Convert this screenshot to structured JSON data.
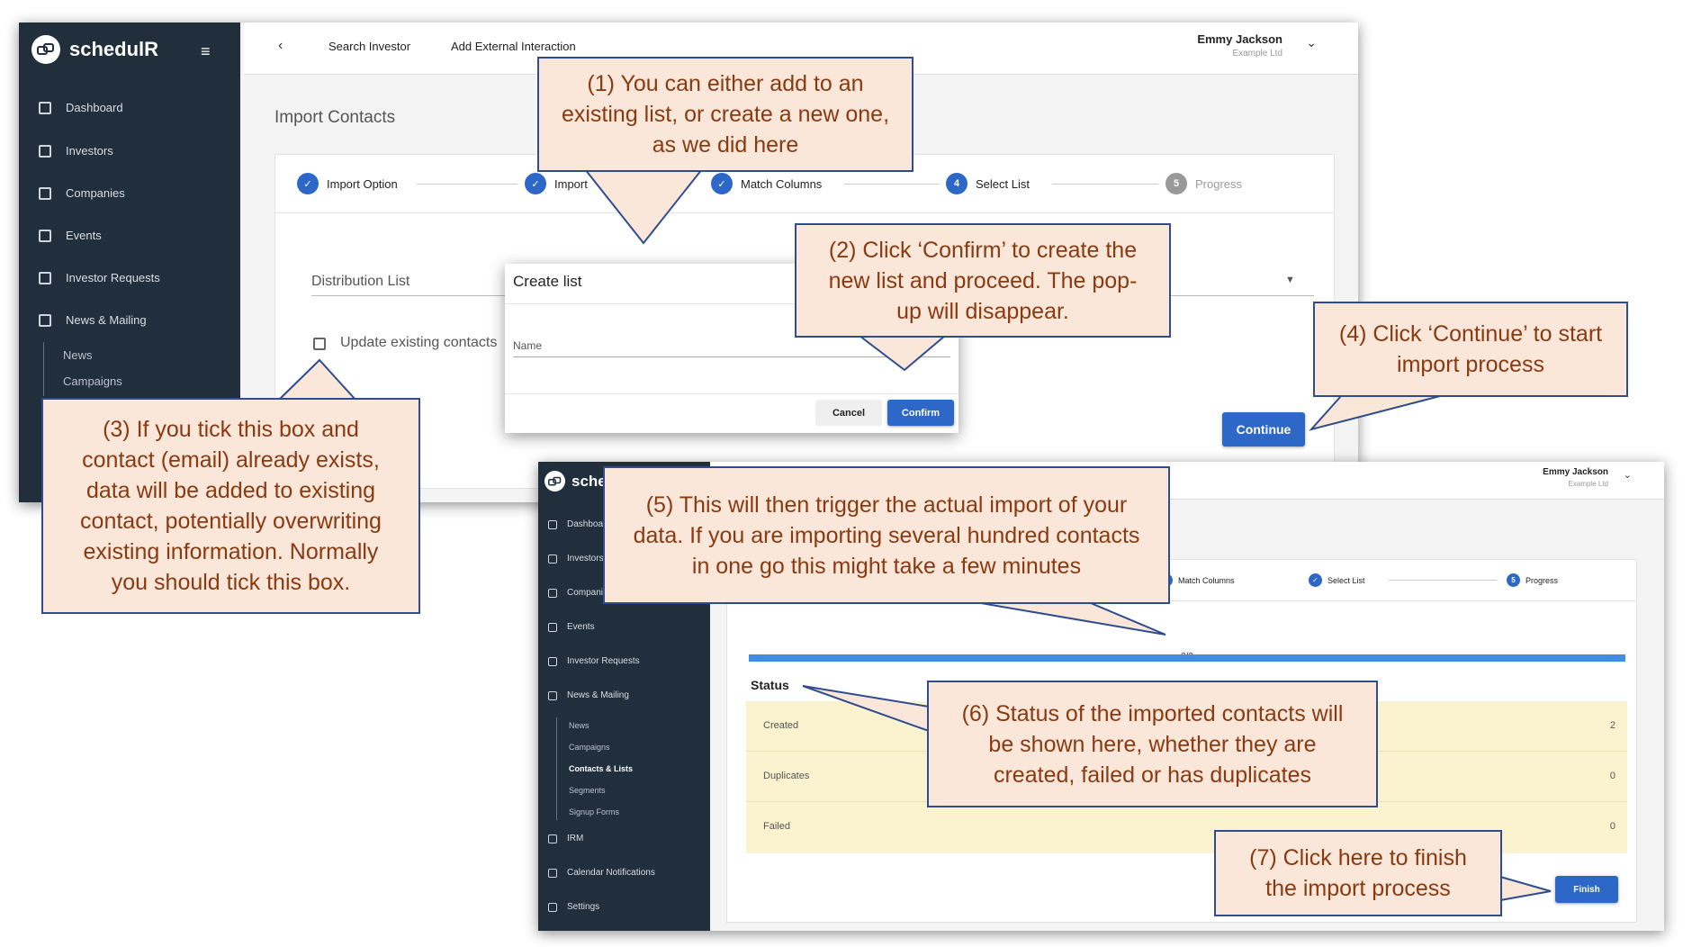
{
  "app": {
    "name": "schedulR"
  },
  "user": {
    "name": "Emmy Jackson",
    "company": "Example Ltd"
  },
  "topbar": {
    "back_icon": "chevron-left-icon",
    "links": [
      "Search Investor",
      "Add External Interaction"
    ]
  },
  "sidebar1": {
    "items": [
      "Dashboard",
      "Investors",
      "Companies",
      "Events",
      "Investor Requests",
      "News & Mailing"
    ],
    "subitems": [
      "News",
      "Campaigns"
    ]
  },
  "sidebar2": {
    "items": [
      "Dashboard",
      "Investors",
      "Companies",
      "Events",
      "Investor Requests",
      "News & Mailing"
    ],
    "subitems": [
      "News",
      "Campaigns",
      "Contacts & Lists",
      "Segments",
      "Signup Forms"
    ],
    "active_subitem": "Contacts & Lists",
    "bottom_items": [
      "IRM",
      "Calendar Notifications",
      "Settings"
    ]
  },
  "import_page": {
    "title": "Import Contacts",
    "steps": [
      {
        "label": "Import Option",
        "state": "done"
      },
      {
        "label": "Import",
        "state": "done"
      },
      {
        "label": "Match Columns",
        "state": "done"
      },
      {
        "label": "Select List",
        "state": "active",
        "number": "4"
      },
      {
        "label": "Progress",
        "state": "pending",
        "number": "5"
      }
    ],
    "distribution_label": "Distribution List",
    "update_checkbox_label": "Update existing contacts",
    "continue_label": "Continue"
  },
  "dialog": {
    "title": "Create list",
    "name_label": "Name",
    "cancel_label": "Cancel",
    "confirm_label": "Confirm"
  },
  "progress_page": {
    "steps": [
      {
        "label": "Match Columns",
        "state": "done"
      },
      {
        "label": "Select List",
        "state": "done"
      },
      {
        "label": "Progress",
        "state": "active",
        "number": "5"
      }
    ],
    "progress_text": "2/2",
    "progress_fraction": 1.0,
    "status_heading": "Status",
    "status_rows": [
      {
        "label": "Created",
        "value": "2"
      },
      {
        "label": "Duplicates",
        "value": "0"
      },
      {
        "label": "Failed",
        "value": "0"
      }
    ],
    "finish_label": "Finish"
  },
  "callouts": {
    "c1": "(1) You can either add to an\nexisting list, or create a new one,\nas we did here",
    "c2": "(2) Click ‘Confirm’ to create the\nnew list and proceed. The pop-\nup will disappear.",
    "c3": "(3) If you tick this box and\ncontact (email) already exists,\ndata will be added to existing\ncontact, potentially overwriting\nexisting information. Normally\nyou should tick this box.",
    "c4": "(4) Click ‘Continue’ to start\nimport process",
    "c5": "(5) This will then trigger the actual import of your\ndata. If you are importing several hundred contacts\nin one go this might take a few minutes",
    "c6": "(6) Status of the imported contacts will\nbe shown here, whether they are\ncreated, failed or has duplicates",
    "c7": "(7) Click here to finish\nthe import process"
  },
  "colors": {
    "accent": "#2d67c8",
    "sidebar": "#212f3d",
    "callout_fill": "#fbe7da",
    "callout_text": "#8a3a10",
    "callout_border": "#2f4d8d",
    "status_fill": "#fbf3cf"
  }
}
